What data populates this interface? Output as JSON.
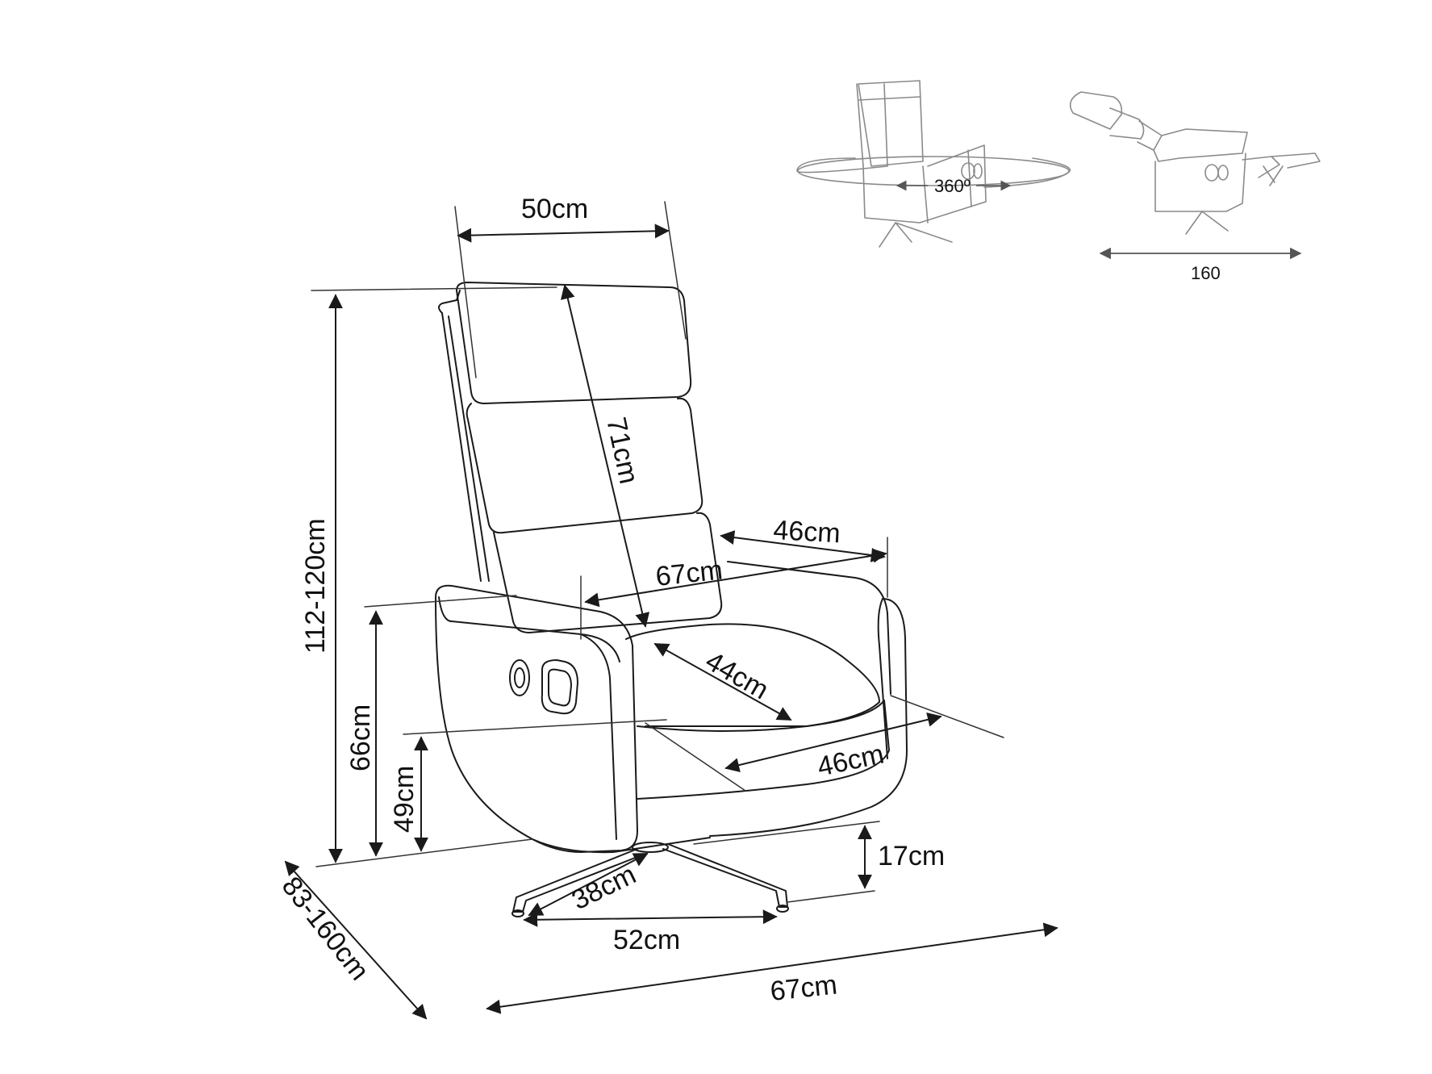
{
  "dimensions": {
    "headrest_width": "50cm",
    "backrest_height": "71cm",
    "total_height": "112-120cm",
    "armrest_length": "46cm",
    "seat_width": "67cm",
    "seat_depth": "44cm",
    "seat_front_width": "46cm",
    "armrest_height": "66cm",
    "seat_height": "49cm",
    "base_height": "17cm",
    "leg_length": "38cm",
    "base_width": "52cm",
    "overall_width": "67cm",
    "overall_depth": "83-160cm"
  },
  "thumbnails": {
    "rotation_label": "360º",
    "reclined_length_label": "160"
  },
  "colors": {
    "line": "#1a1a1a",
    "thumb_line": "#8a8a8a",
    "background": "#ffffff"
  }
}
